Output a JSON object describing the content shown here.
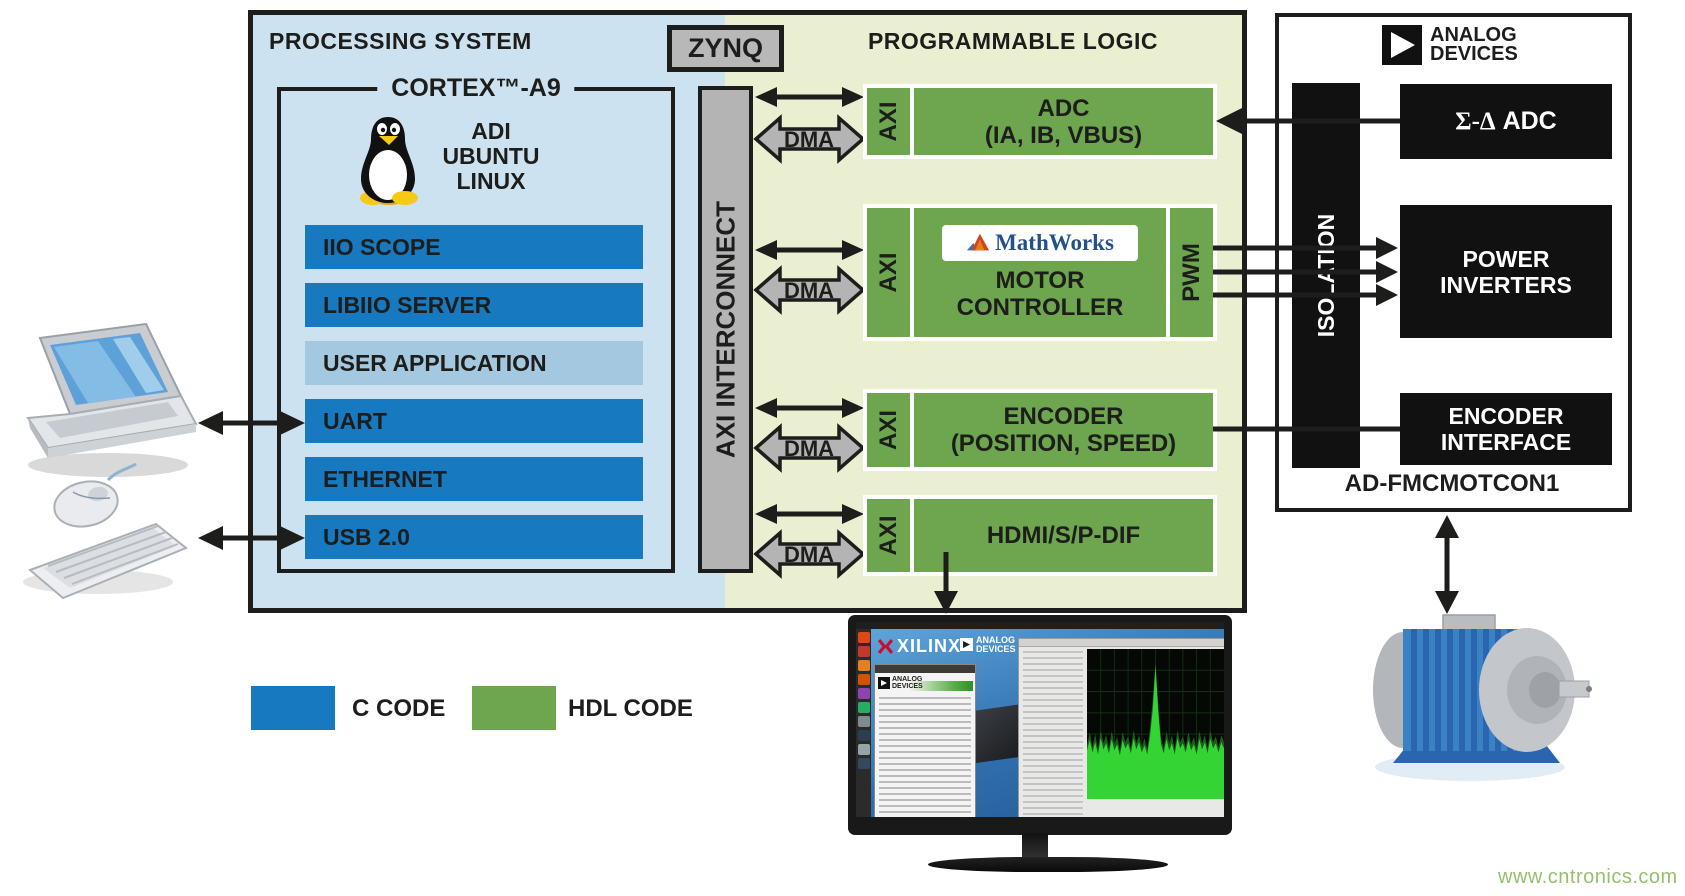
{
  "titles": {
    "processing_system": "PROCESSING SYSTEM",
    "programmable_logic": "PROGRAMMABLE LOGIC",
    "zynq": "ZYNQ",
    "cortex": "CORTEX™-A9",
    "axi_interconnect": "AXI INTERCONNECT"
  },
  "linux": {
    "line1": "ADI",
    "line2": "UBUNTU",
    "line3": "LINUX"
  },
  "ps_bars": [
    {
      "label": "IIO SCOPE"
    },
    {
      "label": "LIBIIO SERVER"
    },
    {
      "label": "USER APPLICATION"
    },
    {
      "label": "UART"
    },
    {
      "label": "ETHERNET"
    },
    {
      "label": "USB 2.0"
    }
  ],
  "dma_label": "DMA",
  "pl_blocks": {
    "adc": {
      "axi": "AXI",
      "line1": "ADC",
      "line2": "(IA, IB, VBUS)"
    },
    "motor": {
      "axi": "AXI",
      "logo": "MathWorks",
      "line1": "MOTOR",
      "line2": "CONTROLLER",
      "pwm": "PWM"
    },
    "encoder": {
      "axi": "AXI",
      "line1": "ENCODER",
      "line2": "(POSITION, SPEED)"
    },
    "hdmi": {
      "axi": "AXI",
      "line1": "HDMI/S/P-DIF"
    }
  },
  "board": {
    "brand_line1": "ANALOG",
    "brand_line2": "DEVICES",
    "isolation": "ISOLATION",
    "sigma_adc_prefix": "Σ-Δ",
    "sigma_adc_suffix": " ADC",
    "power_line1": "POWER",
    "power_line2": "INVERTERS",
    "encoder_line1": "ENCODER",
    "encoder_line2": "INTERFACE",
    "name": "AD-FMCMOTCON1"
  },
  "legend": {
    "c_code": "C CODE",
    "hdl_code": "HDL CODE",
    "c_color": "#1779c0",
    "hdl_color": "#6da64e"
  },
  "monitor_screen": {
    "xilinx": "XILINX",
    "adi_line1": "ANALOG",
    "adi_line2": "DEVICES"
  },
  "watermark": "www.cntronics.com"
}
